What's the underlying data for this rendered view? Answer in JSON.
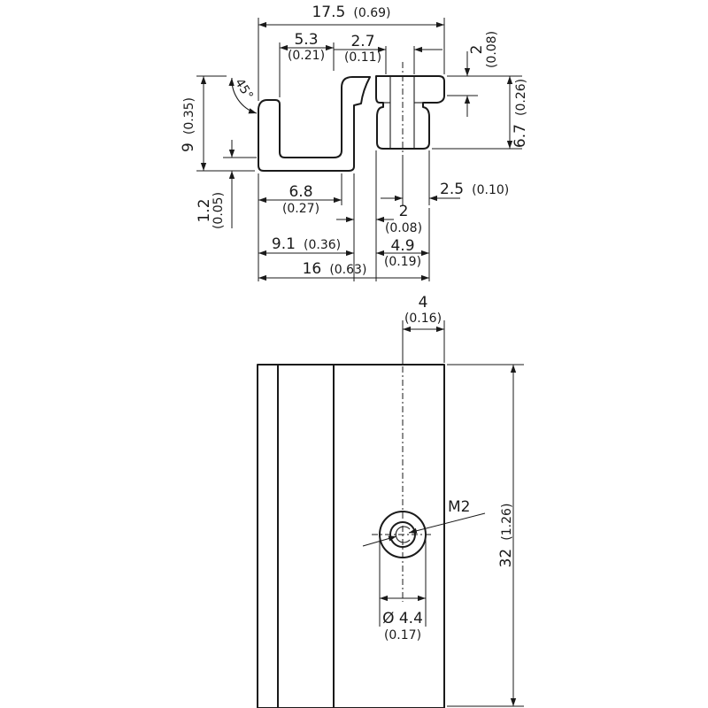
{
  "drawing": {
    "top_view": {
      "overall_width": "17.5",
      "overall_width_in": "(0.69)",
      "hook_width": "5.3",
      "hook_width_in": "(0.21)",
      "slot_width": "2.7",
      "slot_width_in": "(0.11)",
      "top_step": "2",
      "top_step_in": "(0.08)",
      "height": "9",
      "height_in": "(0.35)",
      "angle": "45°",
      "right_height": "6.7",
      "right_height_in": "(0.26)",
      "base_thickness": "1.2",
      "base_thickness_in": "(0.05)",
      "inner_width": "6.8",
      "inner_width_in": "(0.27)",
      "hole_offset": "2.5",
      "hole_offset_in": "(0.10)",
      "gap": "2",
      "gap_in": "(0.08)",
      "left_to_gap": "9.1",
      "left_to_gap_in": "(0.36)",
      "block_width": "4.9",
      "block_width_in": "(0.19)",
      "base_width": "16",
      "base_width_in": "(0.63)"
    },
    "front_view": {
      "hole_center": "4",
      "hole_center_in": "(0.16)",
      "thread": "M2",
      "length": "32",
      "length_in": "(1.26)",
      "counterbore": "Ø 4.4",
      "counterbore_in": "(0.17)"
    }
  }
}
